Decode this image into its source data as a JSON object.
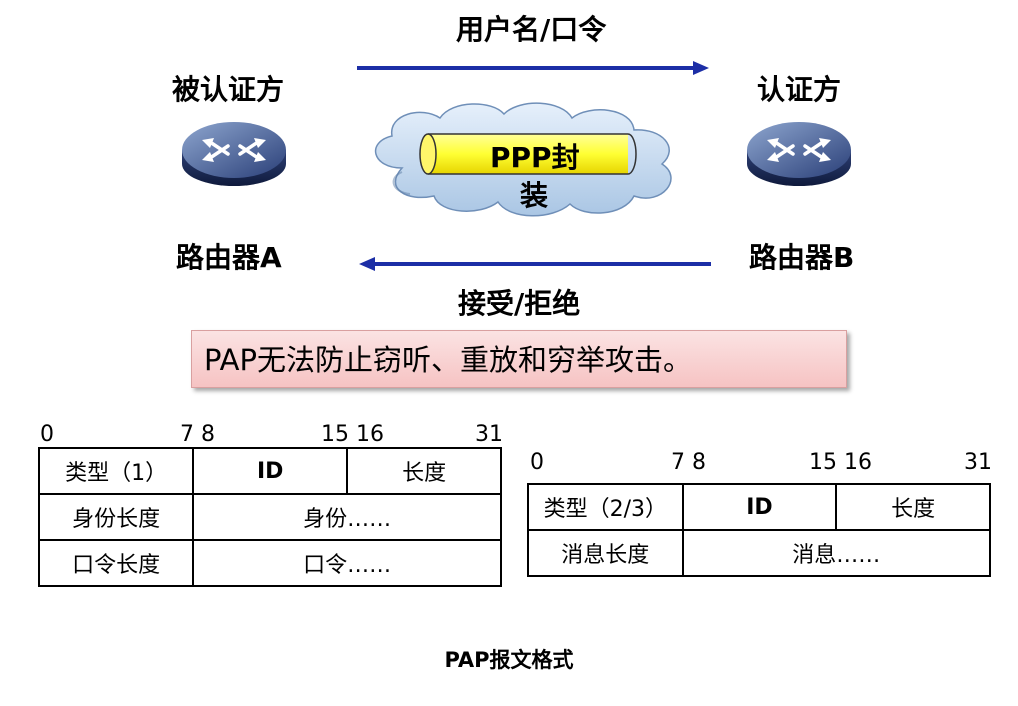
{
  "top": {
    "arrow_label_top": "用户名/口令",
    "arrow_label_bottom": "接受/拒绝",
    "left_role": "被认证方",
    "right_role": "认证方",
    "left_router": "路由器A",
    "right_router": "路由器B",
    "cloud_text_line1": "PPP封",
    "cloud_text_line2": "装",
    "arrow_color": "#1c2ea6",
    "tube_color": "#ffff66"
  },
  "warning": {
    "text": "PAP无法防止窃听、重放和穷举攻击。",
    "bg_color": "#f6c3c3"
  },
  "left_table": {
    "ruler": [
      "0",
      "7 8",
      "15 16",
      "31"
    ],
    "rows": [
      [
        "类型（1）",
        "ID",
        "长度"
      ],
      [
        "身份长度",
        "身份……"
      ],
      [
        "口令长度",
        "口令……"
      ]
    ]
  },
  "right_table": {
    "ruler": [
      "0",
      "7 8",
      "15 16",
      "31"
    ],
    "rows": [
      [
        "类型（2/3）",
        "ID",
        "长度"
      ],
      [
        "消息长度",
        "消息……"
      ]
    ]
  },
  "caption": "PAP报文格式"
}
